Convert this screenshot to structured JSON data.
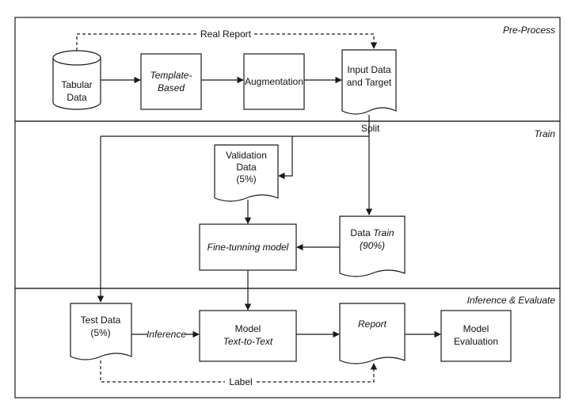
{
  "sections": {
    "preprocess": "Pre-Process",
    "train": "Train",
    "inference": "Inference & Evaluate"
  },
  "nodes": {
    "tabular_l1": "Tabular",
    "tabular_l2": "Data",
    "template_l1": "Template-",
    "template_l2": "Based",
    "augmentation": "Augmentation",
    "input_l1": "Input Data",
    "input_l2": "and Target",
    "validation_l1": "Validation",
    "validation_l2": "Data",
    "validation_l3": "(5%)",
    "train_prefix": "Data ",
    "train_emph": "Train",
    "train_pct": "(90%)",
    "finetune": "Fine-tunning model",
    "test_l1": "Test Data",
    "test_l2": "(5%)",
    "model_l1": "Model",
    "model_l2": "Text-to-Text",
    "report": "Report",
    "eval_l1": "Model",
    "eval_l2": "Evaluation"
  },
  "edges": {
    "real_report": "Real Report",
    "split": "Split",
    "inference": "Inference",
    "label": "Label"
  },
  "colors": {
    "stroke": "#1a1a1a",
    "text": "#111111",
    "background": "#ffffff"
  }
}
